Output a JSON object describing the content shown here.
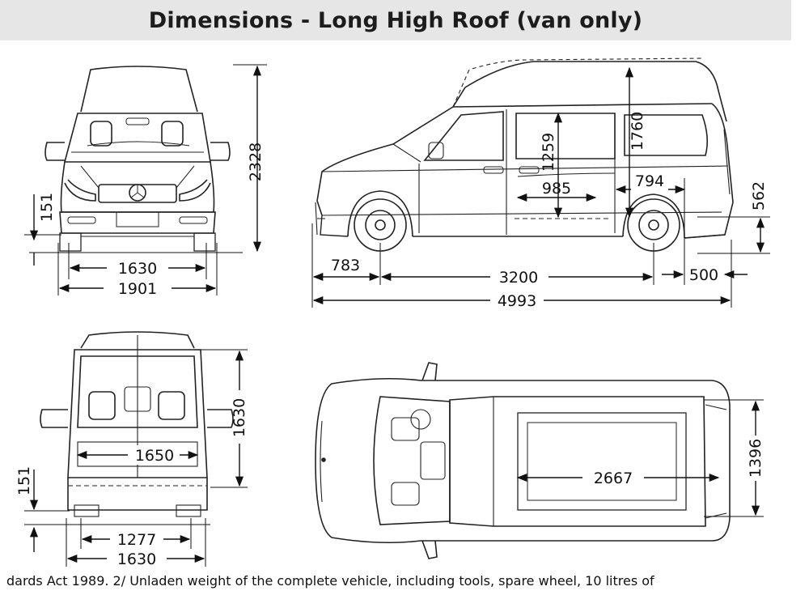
{
  "title": "Dimensions - Long High Roof (van only)",
  "front": {
    "width_track": "1630",
    "width_overall": "1901",
    "height": "2328",
    "clearance": "151"
  },
  "side": {
    "front_overhang": "783",
    "wheelbase": "3200",
    "rear_overhang": "500",
    "length": "4993",
    "door_height": "1259",
    "roof_height": "1760",
    "door_width": "985",
    "rear_width": "794",
    "load_height": "562"
  },
  "rear": {
    "door_height": "1630",
    "door_width": "1650",
    "clearance": "151",
    "wheel_track": "1277",
    "overall": "1630"
  },
  "top": {
    "load_length": "2667",
    "load_width": "1396"
  },
  "footer": "dards Act 1989.  2/ Unladen weight of the complete vehicle, including tools, spare wheel, 10 litres of"
}
